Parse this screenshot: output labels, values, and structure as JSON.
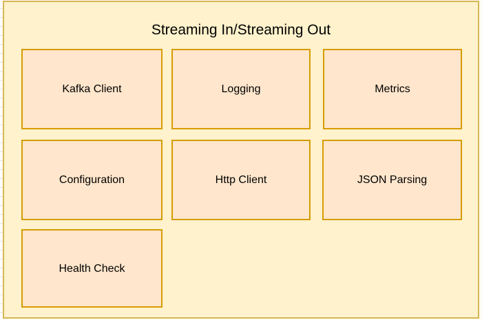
{
  "diagram": {
    "title": "Streaming In/Streaming Out",
    "boxes": [
      {
        "label": "Kafka Client"
      },
      {
        "label": "Logging"
      },
      {
        "label": "Metrics"
      },
      {
        "label": "Configuration"
      },
      {
        "label": "Http Client"
      },
      {
        "label": "JSON Parsing"
      },
      {
        "label": "Health Check"
      }
    ]
  },
  "colors": {
    "container_fill": "#FFF2CC",
    "container_stroke": "#D6B656",
    "box_fill": "#FFE6CC",
    "box_stroke": "#D79B00",
    "text": "#000000"
  }
}
